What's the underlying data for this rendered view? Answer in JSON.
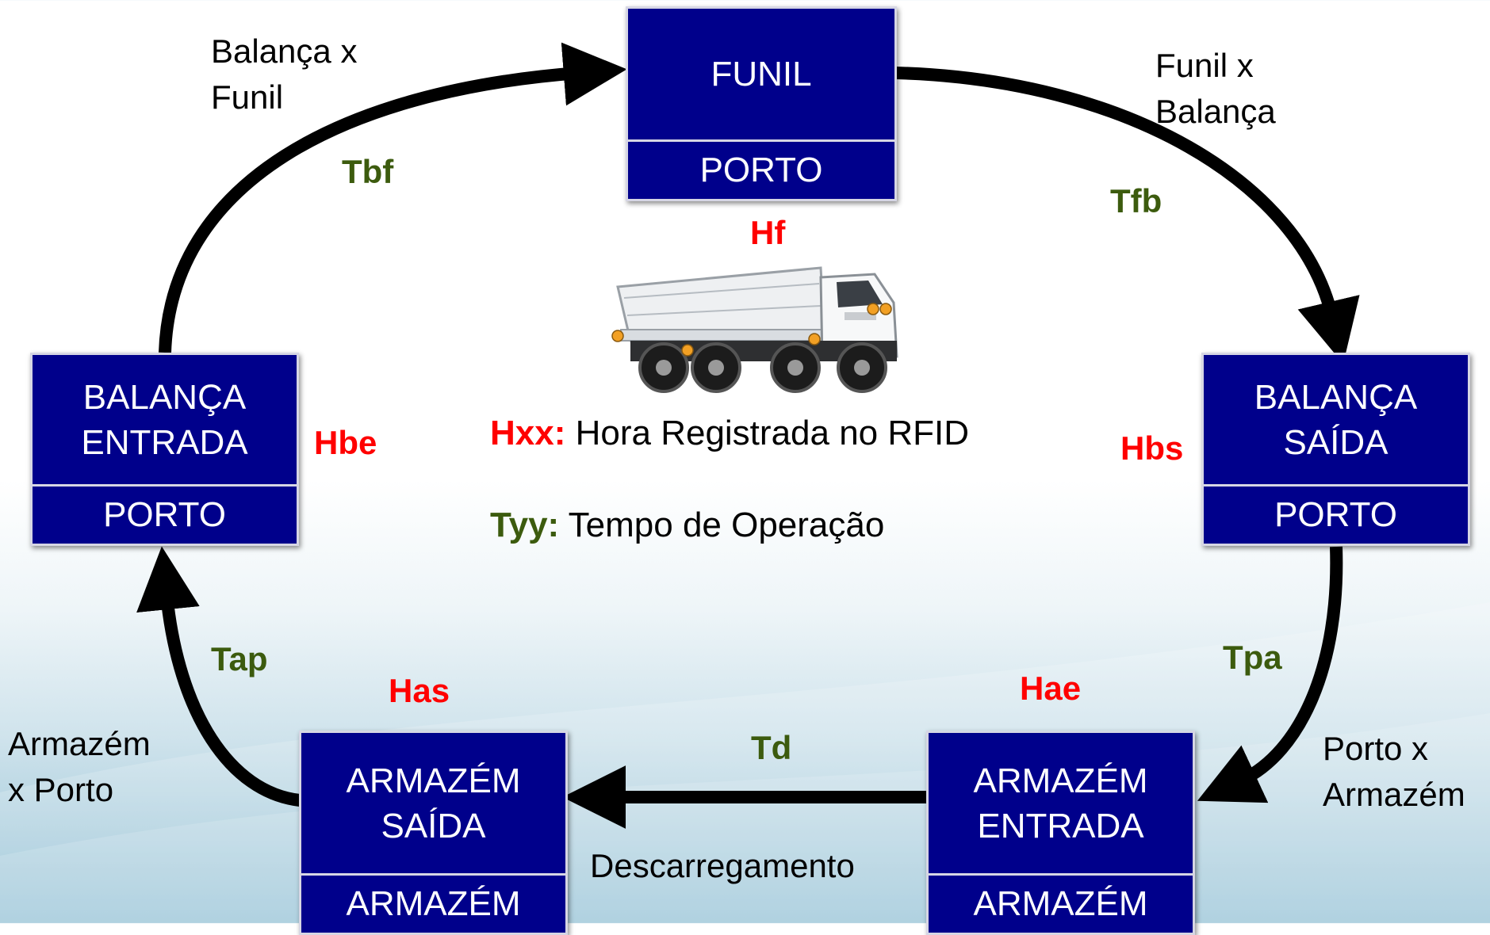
{
  "nodes": {
    "funil": {
      "name": "FUNIL",
      "location": "PORTO"
    },
    "balanca_entrada": {
      "name": "BALANÇA\nENTRADA",
      "location": "PORTO"
    },
    "balanca_saida": {
      "name": "BALANÇA\nSAÍDA",
      "location": "PORTO"
    },
    "armazem_saida": {
      "name": "ARMAZÉM\nSAÍDA",
      "location": "ARMAZÉM"
    },
    "armazem_entrada": {
      "name": "ARMAZÉM\nENTRADA",
      "location": "ARMAZÉM"
    }
  },
  "edges": {
    "balanca_funil": {
      "label": "Balança x\nFunil",
      "time": "Tbf"
    },
    "funil_balanca": {
      "label": "Funil x\nBalança",
      "time": "Tfb"
    },
    "porto_armazem": {
      "label": "Porto x\nArmazém",
      "time": "Tpa"
    },
    "descarregamento": {
      "label": "Descarregamento",
      "time": "Td"
    },
    "armazem_porto": {
      "label": "Armazém\nx Porto",
      "time": "Tap"
    }
  },
  "hours": {
    "hf": "Hf",
    "hbe": "Hbe",
    "hbs": "Hbs",
    "has": "Has",
    "hae": "Hae"
  },
  "legend": {
    "hour_key": "Hxx:",
    "hour_text": " Hora Registrada no RFID",
    "time_key": "Tyy:",
    "time_text": " Tempo de Operação"
  },
  "truck": {
    "icon": "dump-truck-icon"
  },
  "colors": {
    "node_fill": "#00008b",
    "hour_label": "#ff0000",
    "time_label": "#3c5b0e",
    "arrow": "#000000"
  }
}
